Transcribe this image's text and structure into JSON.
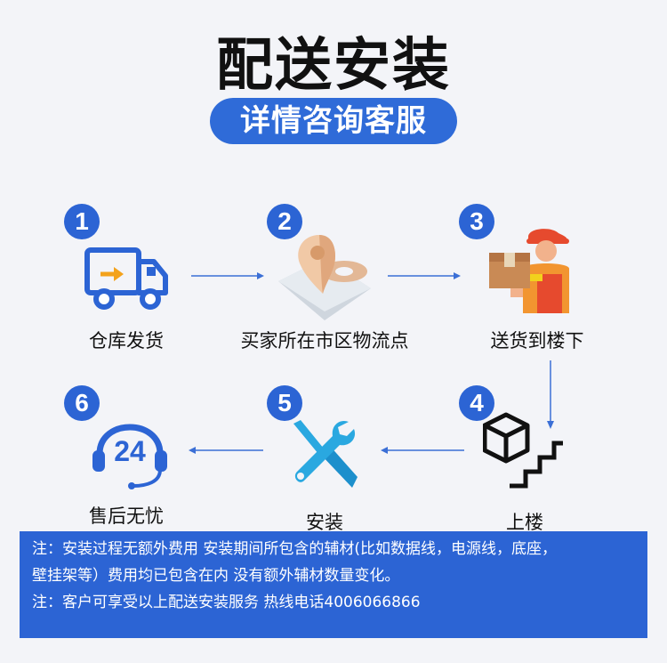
{
  "header": {
    "title": "配送安装",
    "subtitle": "详情咨询客服"
  },
  "steps": [
    {
      "number": "1",
      "label": "仓库发货",
      "icon": "delivery-truck-icon"
    },
    {
      "number": "2",
      "label": "买家所在市区物流点",
      "icon": "location-pin-icon"
    },
    {
      "number": "3",
      "label": "送货到楼下",
      "icon": "courier-icon"
    },
    {
      "number": "4",
      "label": "上楼",
      "icon": "box-stairs-icon"
    },
    {
      "number": "5",
      "label": "安装",
      "icon": "wrench-screwdriver-icon"
    },
    {
      "number": "6",
      "label": "售后无忧",
      "icon": "headset-24-icon",
      "icon_text": "24"
    }
  ],
  "notes": {
    "line1": "注：安装过程无额外费用 安装期间所包含的辅材(比如数据线，电源线，底座，",
    "line2": "壁挂架等）费用均已包含在内 没有额外辅材数量变化。",
    "line3": "注：客户可享受以上配送安装服务 热线电话4006066866"
  },
  "colors": {
    "accent": "#2c64d4",
    "arrow": "#3b6fd6",
    "background": "#f3f4f8"
  }
}
